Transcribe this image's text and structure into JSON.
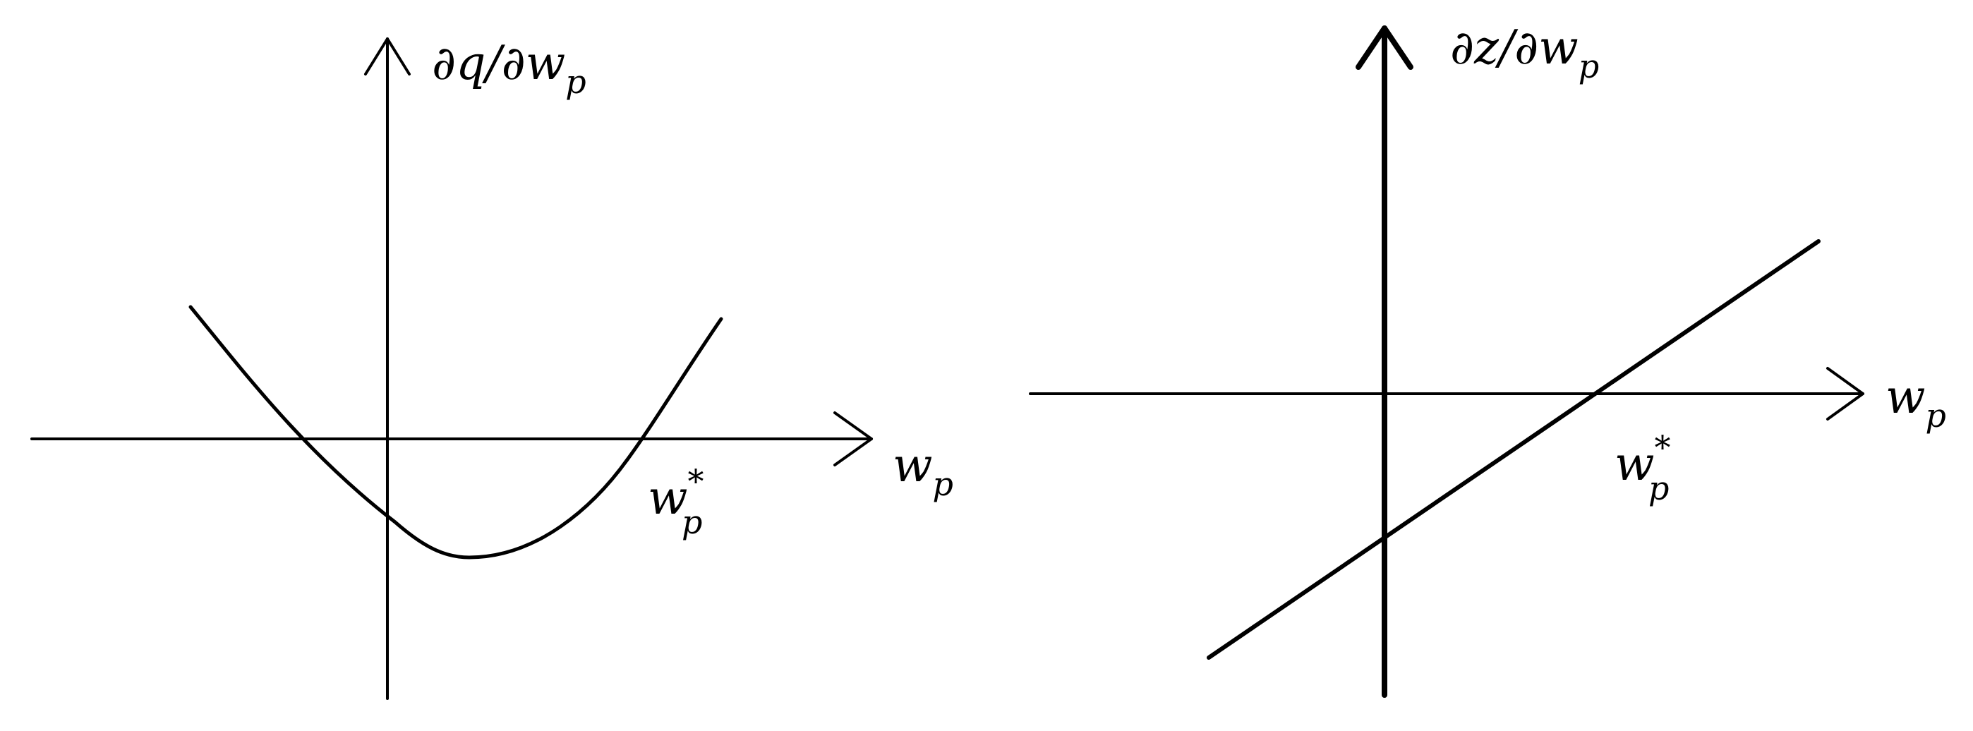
{
  "left_panel": {
    "y_axis_label": "∂q/∂w",
    "y_axis_label_sub": "p",
    "x_axis_label": "w",
    "x_axis_label_sub": "p",
    "root_label": "w",
    "root_label_sub": "p",
    "root_label_sup": "*"
  },
  "right_panel": {
    "y_axis_label": "∂z/∂w",
    "y_axis_label_sub": "p",
    "x_axis_label": "w",
    "x_axis_label_sub": "p",
    "root_label": "w",
    "root_label_sub": "p",
    "root_label_sup": "*"
  },
  "colors": {
    "ink": "#000000",
    "background": "#ffffff"
  }
}
